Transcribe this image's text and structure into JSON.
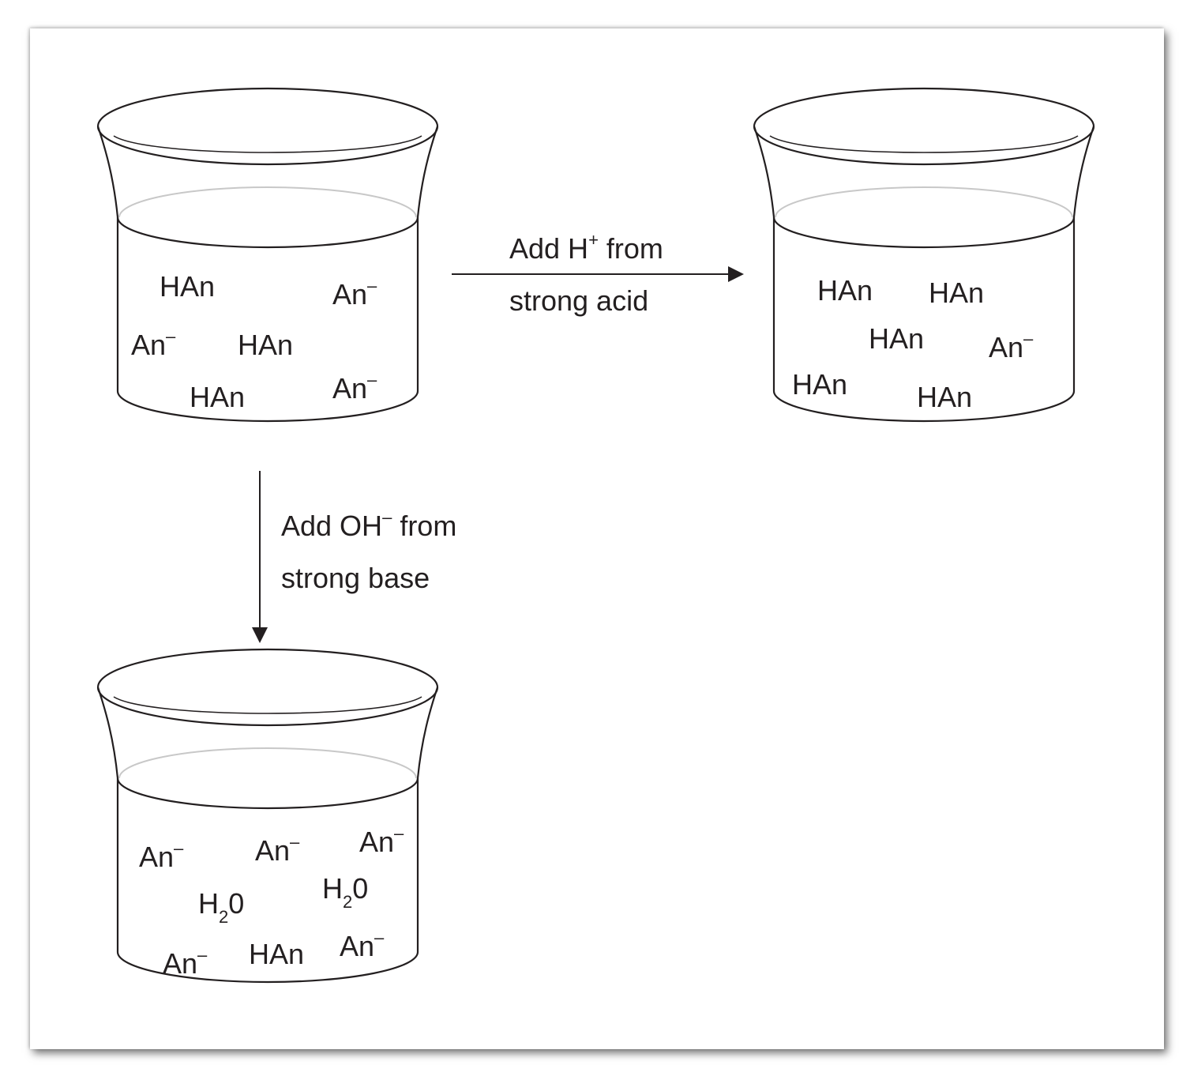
{
  "beakers": {
    "initial": {
      "species": [
        "HAn",
        "An",
        "An",
        "HAn",
        "HAn",
        "An"
      ]
    },
    "after_acid": {
      "species": [
        "HAn",
        "HAn",
        "HAn",
        "An",
        "HAn",
        "HAn"
      ]
    },
    "after_base": {
      "species": [
        "An",
        "An",
        "An",
        "H",
        "H",
        "An",
        "HAn",
        "An"
      ]
    }
  },
  "superscripts": {
    "minus": "–",
    "plus": "+"
  },
  "subscripts": {
    "two": "2"
  },
  "molecule_tail": {
    "zero": "0"
  },
  "arrows": {
    "acid": {
      "line1_pre": "Add H",
      "line1_post": " from",
      "line2": "strong acid"
    },
    "base": {
      "line1_pre": "Add OH",
      "line1_post": " from",
      "line2": "strong base"
    }
  }
}
